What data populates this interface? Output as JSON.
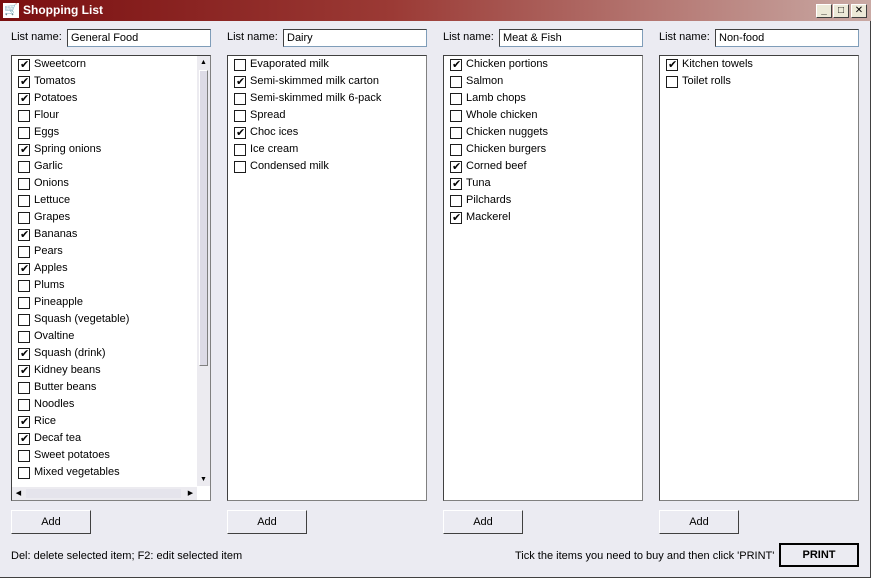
{
  "window": {
    "title": "Shopping List",
    "buttons": {
      "minimize": "_",
      "maximize": "□",
      "close": "✕"
    }
  },
  "columns": [
    {
      "label": "List name:",
      "name": "General Food",
      "items": [
        {
          "label": "Sweetcorn",
          "checked": true
        },
        {
          "label": "Tomatos",
          "checked": true
        },
        {
          "label": "Potatoes",
          "checked": true
        },
        {
          "label": "Flour",
          "checked": false
        },
        {
          "label": "Eggs",
          "checked": false
        },
        {
          "label": "Spring onions",
          "checked": true
        },
        {
          "label": "Garlic",
          "checked": false
        },
        {
          "label": "Onions",
          "checked": false
        },
        {
          "label": "Lettuce",
          "checked": false
        },
        {
          "label": "Grapes",
          "checked": false
        },
        {
          "label": "Bananas",
          "checked": true
        },
        {
          "label": "Pears",
          "checked": false
        },
        {
          "label": "Apples",
          "checked": true
        },
        {
          "label": "Plums",
          "checked": false
        },
        {
          "label": "Pineapple",
          "checked": false
        },
        {
          "label": "Squash (vegetable)",
          "checked": false
        },
        {
          "label": "Ovaltine",
          "checked": false
        },
        {
          "label": "Squash (drink)",
          "checked": true
        },
        {
          "label": "Kidney beans",
          "checked": true
        },
        {
          "label": "Butter beans",
          "checked": false
        },
        {
          "label": "Noodles",
          "checked": false
        },
        {
          "label": "Rice",
          "checked": true
        },
        {
          "label": "Decaf tea",
          "checked": true
        },
        {
          "label": "Sweet potatoes",
          "checked": false
        },
        {
          "label": "Mixed vegetables",
          "checked": false
        }
      ],
      "add_label": "Add"
    },
    {
      "label": "List name:",
      "name": "Dairy",
      "items": [
        {
          "label": "Evaporated milk",
          "checked": false
        },
        {
          "label": "Semi-skimmed milk carton",
          "checked": true
        },
        {
          "label": "Semi-skimmed milk 6-pack",
          "checked": false
        },
        {
          "label": "Spread",
          "checked": false
        },
        {
          "label": "Choc ices",
          "checked": true
        },
        {
          "label": "Ice cream",
          "checked": false
        },
        {
          "label": "Condensed milk",
          "checked": false
        }
      ],
      "add_label": "Add"
    },
    {
      "label": "List name:",
      "name": "Meat & Fish",
      "items": [
        {
          "label": "Chicken portions",
          "checked": true
        },
        {
          "label": "Salmon",
          "checked": false
        },
        {
          "label": "Lamb chops",
          "checked": false
        },
        {
          "label": "Whole chicken",
          "checked": false
        },
        {
          "label": "Chicken nuggets",
          "checked": false
        },
        {
          "label": "Chicken burgers",
          "checked": false
        },
        {
          "label": "Corned beef",
          "checked": true
        },
        {
          "label": "Tuna",
          "checked": true
        },
        {
          "label": "Pilchards",
          "checked": false
        },
        {
          "label": "Mackerel",
          "checked": true
        }
      ],
      "add_label": "Add"
    },
    {
      "label": "List name:",
      "name": "Non-food",
      "items": [
        {
          "label": "Kitchen towels",
          "checked": true
        },
        {
          "label": "Toilet rolls",
          "checked": false
        }
      ],
      "add_label": "Add"
    }
  ],
  "status": {
    "left": "Del: delete selected item; F2: edit selected item",
    "right": "Tick the items you need to buy and then click 'PRINT'",
    "print_label": "PRINT"
  }
}
